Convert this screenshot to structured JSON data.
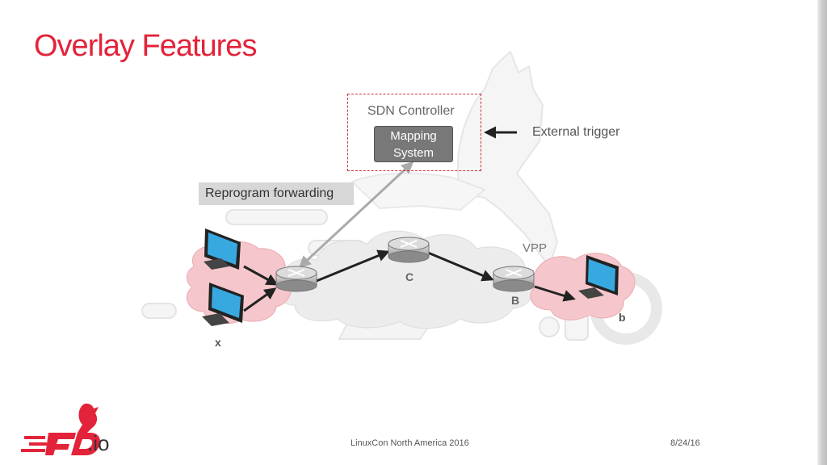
{
  "slide": {
    "title": "Overlay Features",
    "footer_event": "LinuxCon North America 2016",
    "footer_date": "8/24/16"
  },
  "logo": {
    "suffix": ".io"
  },
  "diagram": {
    "sdn_controller": "SDN Controller",
    "mapping_system": [
      "Mapping",
      "System"
    ],
    "external_trigger": "External trigger",
    "reprogram_forwarding": "Reprogram forwarding",
    "vpp": "VPP",
    "router_c": "C",
    "router_b": "B",
    "host_b": "b",
    "host_x": "x"
  },
  "colors": {
    "accent": "#e3233a",
    "cloud_pink": "#f5c7cc",
    "cloud_gray": "#ececec",
    "screen": "#38a9e0"
  }
}
